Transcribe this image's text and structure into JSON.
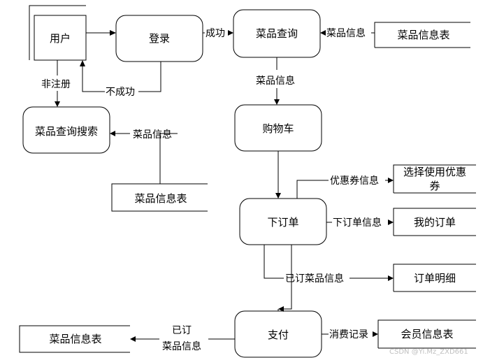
{
  "entities": {
    "user": "用户",
    "dish_table_1": "菜品信息表",
    "dish_table_2": "菜品信息表",
    "dish_table_3": "菜品信息表",
    "coupon_line1": "选择使用优惠",
    "coupon_line2": "券",
    "my_orders": "我的订单",
    "order_detail": "订单明细",
    "member_table": "会员信息表"
  },
  "processes": {
    "login": "登录",
    "dish_query": "菜品查询",
    "dish_search": "菜品查询搜索",
    "cart": "购物车",
    "place_order": "下订单",
    "payment": "支付"
  },
  "flows": {
    "success": "成功",
    "fail": "不成功",
    "unregistered": "非注册",
    "dish_info_to_query": "菜品信息",
    "dish_info_down": "菜品信息",
    "dish_info_to_search": "菜品信息",
    "coupon_info": "优惠券信息",
    "order_info": "下订单信息",
    "ordered_dish_info": "已订菜品信息",
    "consume_record": "消费记录",
    "ordered_line1": "已订",
    "ordered_line2": "菜品信息"
  },
  "watermark": "CSDN @Yi.Mz_ZXD661"
}
